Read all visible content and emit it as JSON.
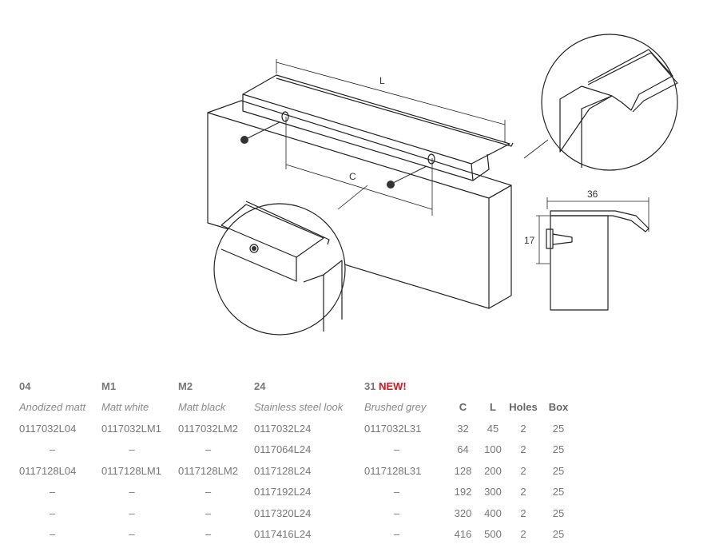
{
  "drawing": {
    "dimension_L": "L",
    "dimension_C": "C",
    "dimension_width": "36",
    "dimension_height": "17"
  },
  "table": {
    "finish_codes": [
      "04",
      "M1",
      "M2",
      "24",
      "31"
    ],
    "new_badge": "NEW!",
    "finish_names": [
      "Anodized matt",
      "Matt white",
      "Matt black",
      "Stainless steel look",
      "Brushed grey"
    ],
    "spec_headers": [
      "C",
      "L",
      "Holes",
      "Box"
    ],
    "rows": [
      {
        "codes": [
          "0117032L04",
          "0117032LM1",
          "0117032LM2",
          "0117032L24",
          "0117032L31"
        ],
        "C": "32",
        "L": "45",
        "holes": "2",
        "box": "25"
      },
      {
        "codes": [
          "–",
          "–",
          "–",
          "0117064L24",
          "–"
        ],
        "C": "64",
        "L": "100",
        "holes": "2",
        "box": "25"
      },
      {
        "codes": [
          "0117128L04",
          "0117128LM1",
          "0117128LM2",
          "0117128L24",
          "0117128L31"
        ],
        "C": "128",
        "L": "200",
        "holes": "2",
        "box": "25"
      },
      {
        "codes": [
          "–",
          "–",
          "–",
          "0117192L24",
          "–"
        ],
        "C": "192",
        "L": "300",
        "holes": "2",
        "box": "25"
      },
      {
        "codes": [
          "–",
          "–",
          "–",
          "0117320L24",
          "–"
        ],
        "C": "320",
        "L": "400",
        "holes": "2",
        "box": "25"
      },
      {
        "codes": [
          "–",
          "–",
          "–",
          "0117416L24",
          "–"
        ],
        "C": "416",
        "L": "500",
        "holes": "2",
        "box": "25"
      }
    ]
  }
}
